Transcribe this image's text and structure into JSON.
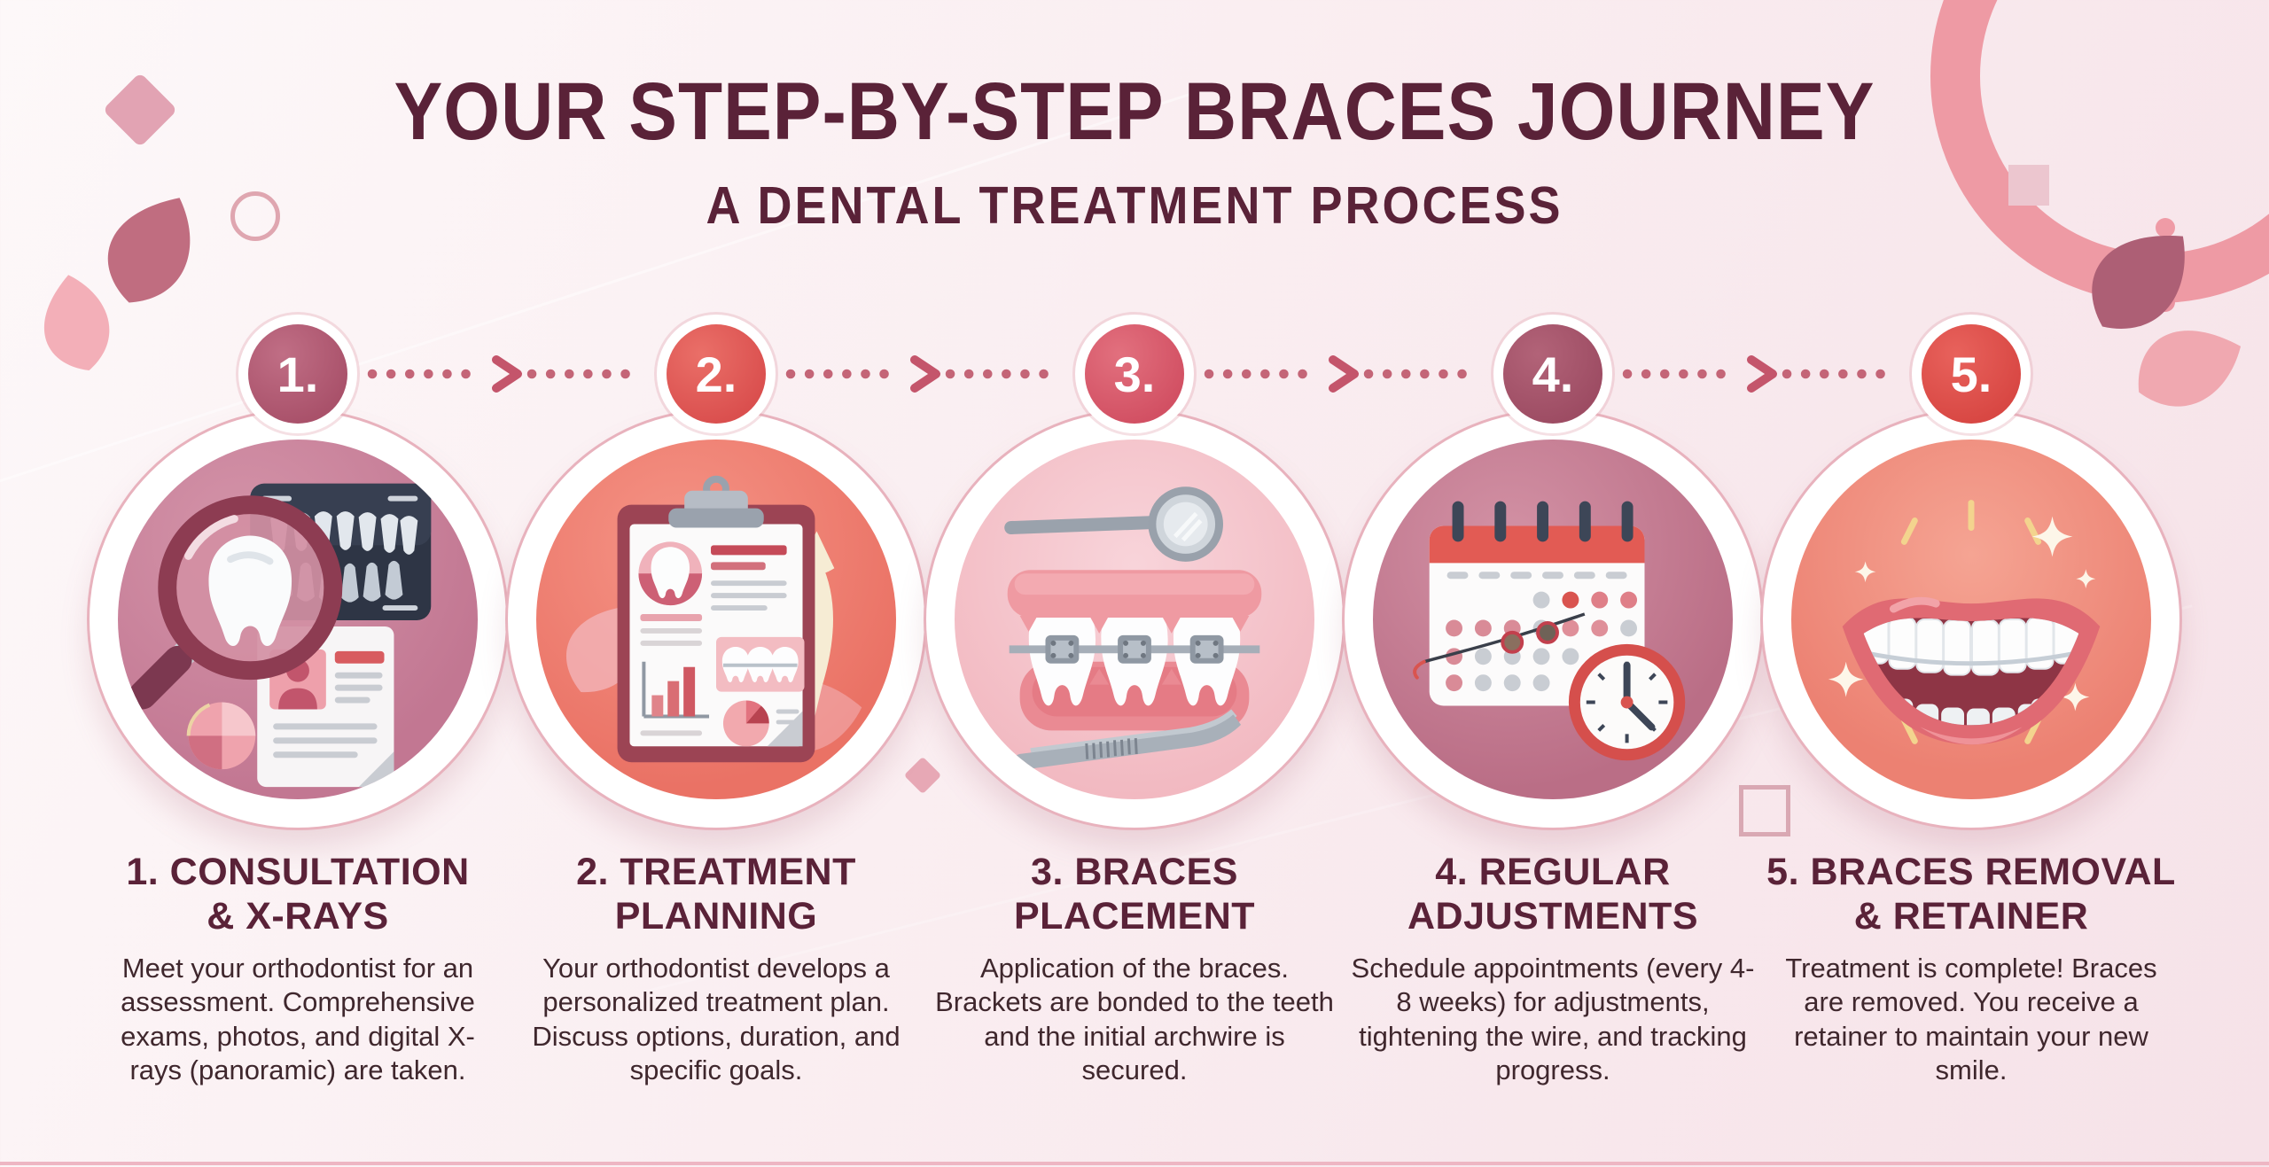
{
  "title": "YOUR STEP-BY-STEP BRACES JOURNEY",
  "subtitle": "A DENTAL TREATMENT PROCESS",
  "steps": [
    {
      "badge": "1.",
      "heading": "1. CONSULTATION\n& X-RAYS",
      "description": "Meet your orthodontist for an assessment. Comprehensive exams, photos, and digital X-rays (panoramic) are taken.",
      "icon": "tooth-magnifier-xray-icon",
      "badge_color": "#b35c73",
      "circle_color": "#c9809a"
    },
    {
      "badge": "2.",
      "heading": "2. TREATMENT\nPLANNING",
      "description": "Your orthodontist develops a personalized treatment plan. Discuss options, duration, and specific goals.",
      "icon": "treatment-plan-clipboard-icon",
      "badge_color": "#e25d5a",
      "circle_color": "#ee7f72"
    },
    {
      "badge": "3.",
      "heading": "3. BRACES\nPLACEMENT",
      "description": "Application of the braces. Brackets are bonded to the teeth and the initial archwire is secured.",
      "icon": "teeth-braces-tools-icon",
      "badge_color": "#da5f6e",
      "circle_color": "#f5c5cc"
    },
    {
      "badge": "4.",
      "heading": "4. REGULAR\nADJUSTMENTS",
      "description": "Schedule appointments (every 4-8 weeks) for adjustments, tightening the wire, and tracking progress.",
      "icon": "calendar-clock-icon",
      "badge_color": "#a9566c",
      "circle_color": "#c37b90"
    },
    {
      "badge": "5.",
      "heading": "5. BRACES REMOVAL\n& RETAINER",
      "description": "Treatment is complete! Braces are removed. You receive a retainer to maintain your new smile.",
      "icon": "smile-retainer-icon",
      "badge_color": "#e0514e",
      "circle_color": "#f0907f"
    }
  ],
  "colors": {
    "background": "#f9eef1",
    "title_text": "#5a2238",
    "body_text": "#3f272d",
    "dotted_connector": "#c46577",
    "white_ring": "#ffffff",
    "ring_stroke": "#e8b2bd",
    "decor_pink": "#ee9aa4"
  }
}
